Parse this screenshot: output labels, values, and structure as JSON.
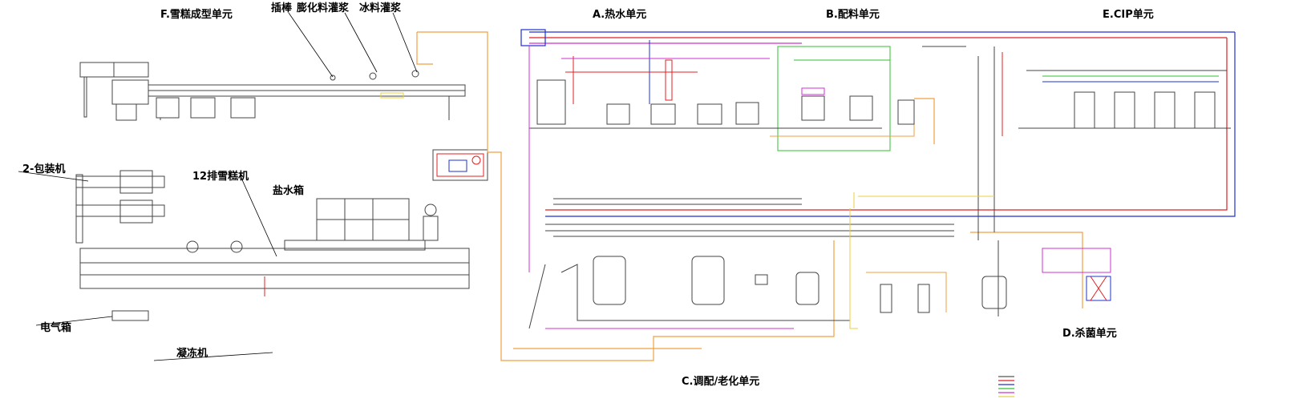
{
  "units": {
    "f": "F.雪糕成型单元",
    "a": "A.热水单元",
    "b": "B.配料单元",
    "e": "E.CIP单元",
    "c": "C.调配/老化单元",
    "d": "D.杀菌单元"
  },
  "callouts": {
    "stick": "插棒",
    "fill1": "膨化料灌浆",
    "fill2": "冰料灌浆"
  },
  "machines": {
    "packer": "2-包装机",
    "ice_machine": "12排雪糕机",
    "brine_tank": "盐水箱",
    "electric_box": "电气箱",
    "freezer": "凝冻机"
  },
  "colors": {
    "orange": "#f0a040",
    "red": "#e02020",
    "blue": "#2030d0",
    "green": "#30c030",
    "magenta": "#d030d0",
    "yellow": "#e8d040",
    "gray": "#555555",
    "cyan": "#00b0d0"
  }
}
